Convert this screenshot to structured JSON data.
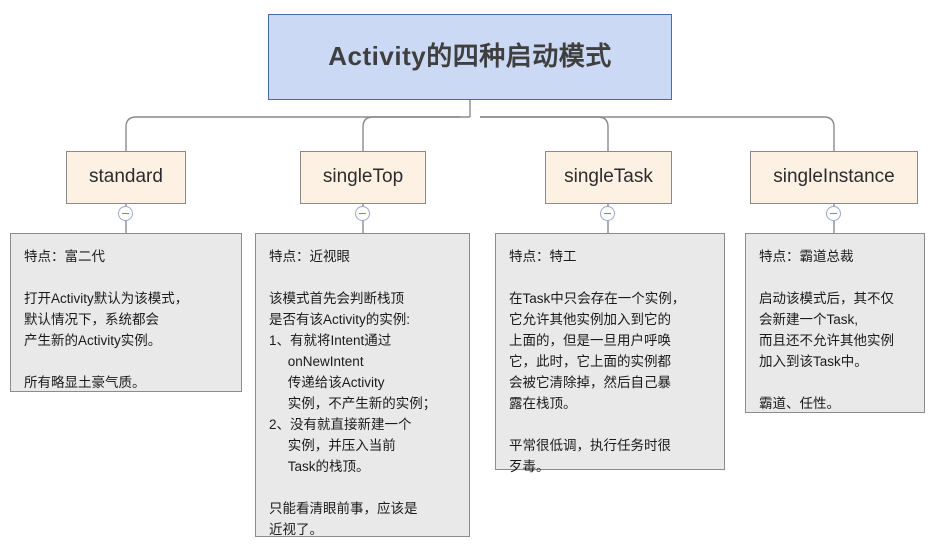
{
  "diagram": {
    "title": "Activity的四种启动模式",
    "colors": {
      "root_fill": "#ccd9f5",
      "root_border": "#4a6aa5",
      "mode_fill": "#fdf1e4",
      "mode_border": "#8a8a8a",
      "note_fill": "#e9e9e9",
      "note_border": "#8c8c8c",
      "connector": "#8a8a8a",
      "toggle_border": "#9aa8cf"
    },
    "toggle_icon": "minus-circle-icon",
    "branches": [
      {
        "mode": "standard",
        "note": "特点：富二代\n\n打开Activity默认为该模式，\n默认情况下，系统都会\n产生新的Activity实例。\n\n所有略显土豪气质。"
      },
      {
        "mode": "singleTop",
        "note": "特点：近视眼\n\n该模式首先会判断栈顶\n是否有该Activity的实例:\n1、有就将Intent通过\n     onNewIntent\n     传递给该Activity\n     实例，不产生新的实例；\n2、没有就直接新建一个\n     实例，并压入当前\n     Task的栈顶。\n\n只能看清眼前事，应该是\n近视了。"
      },
      {
        "mode": "singleTask",
        "note": "特点：特工\n\n在Task中只会存在一个实例，\n它允许其他实例加入到它的\n上面的，但是一旦用户呼唤\n它，此时，它上面的实例都\n会被它清除掉，然后自己暴\n露在栈顶。\n\n平常很低调，执行任务时很\n歹毒。"
      },
      {
        "mode": "singleInstance",
        "note": "特点：霸道总裁\n\n启动该模式后，其不仅\n会新建一个Task,\n而且还不允许其他实例\n加入到该Task中。\n\n霸道、任性。"
      }
    ]
  }
}
